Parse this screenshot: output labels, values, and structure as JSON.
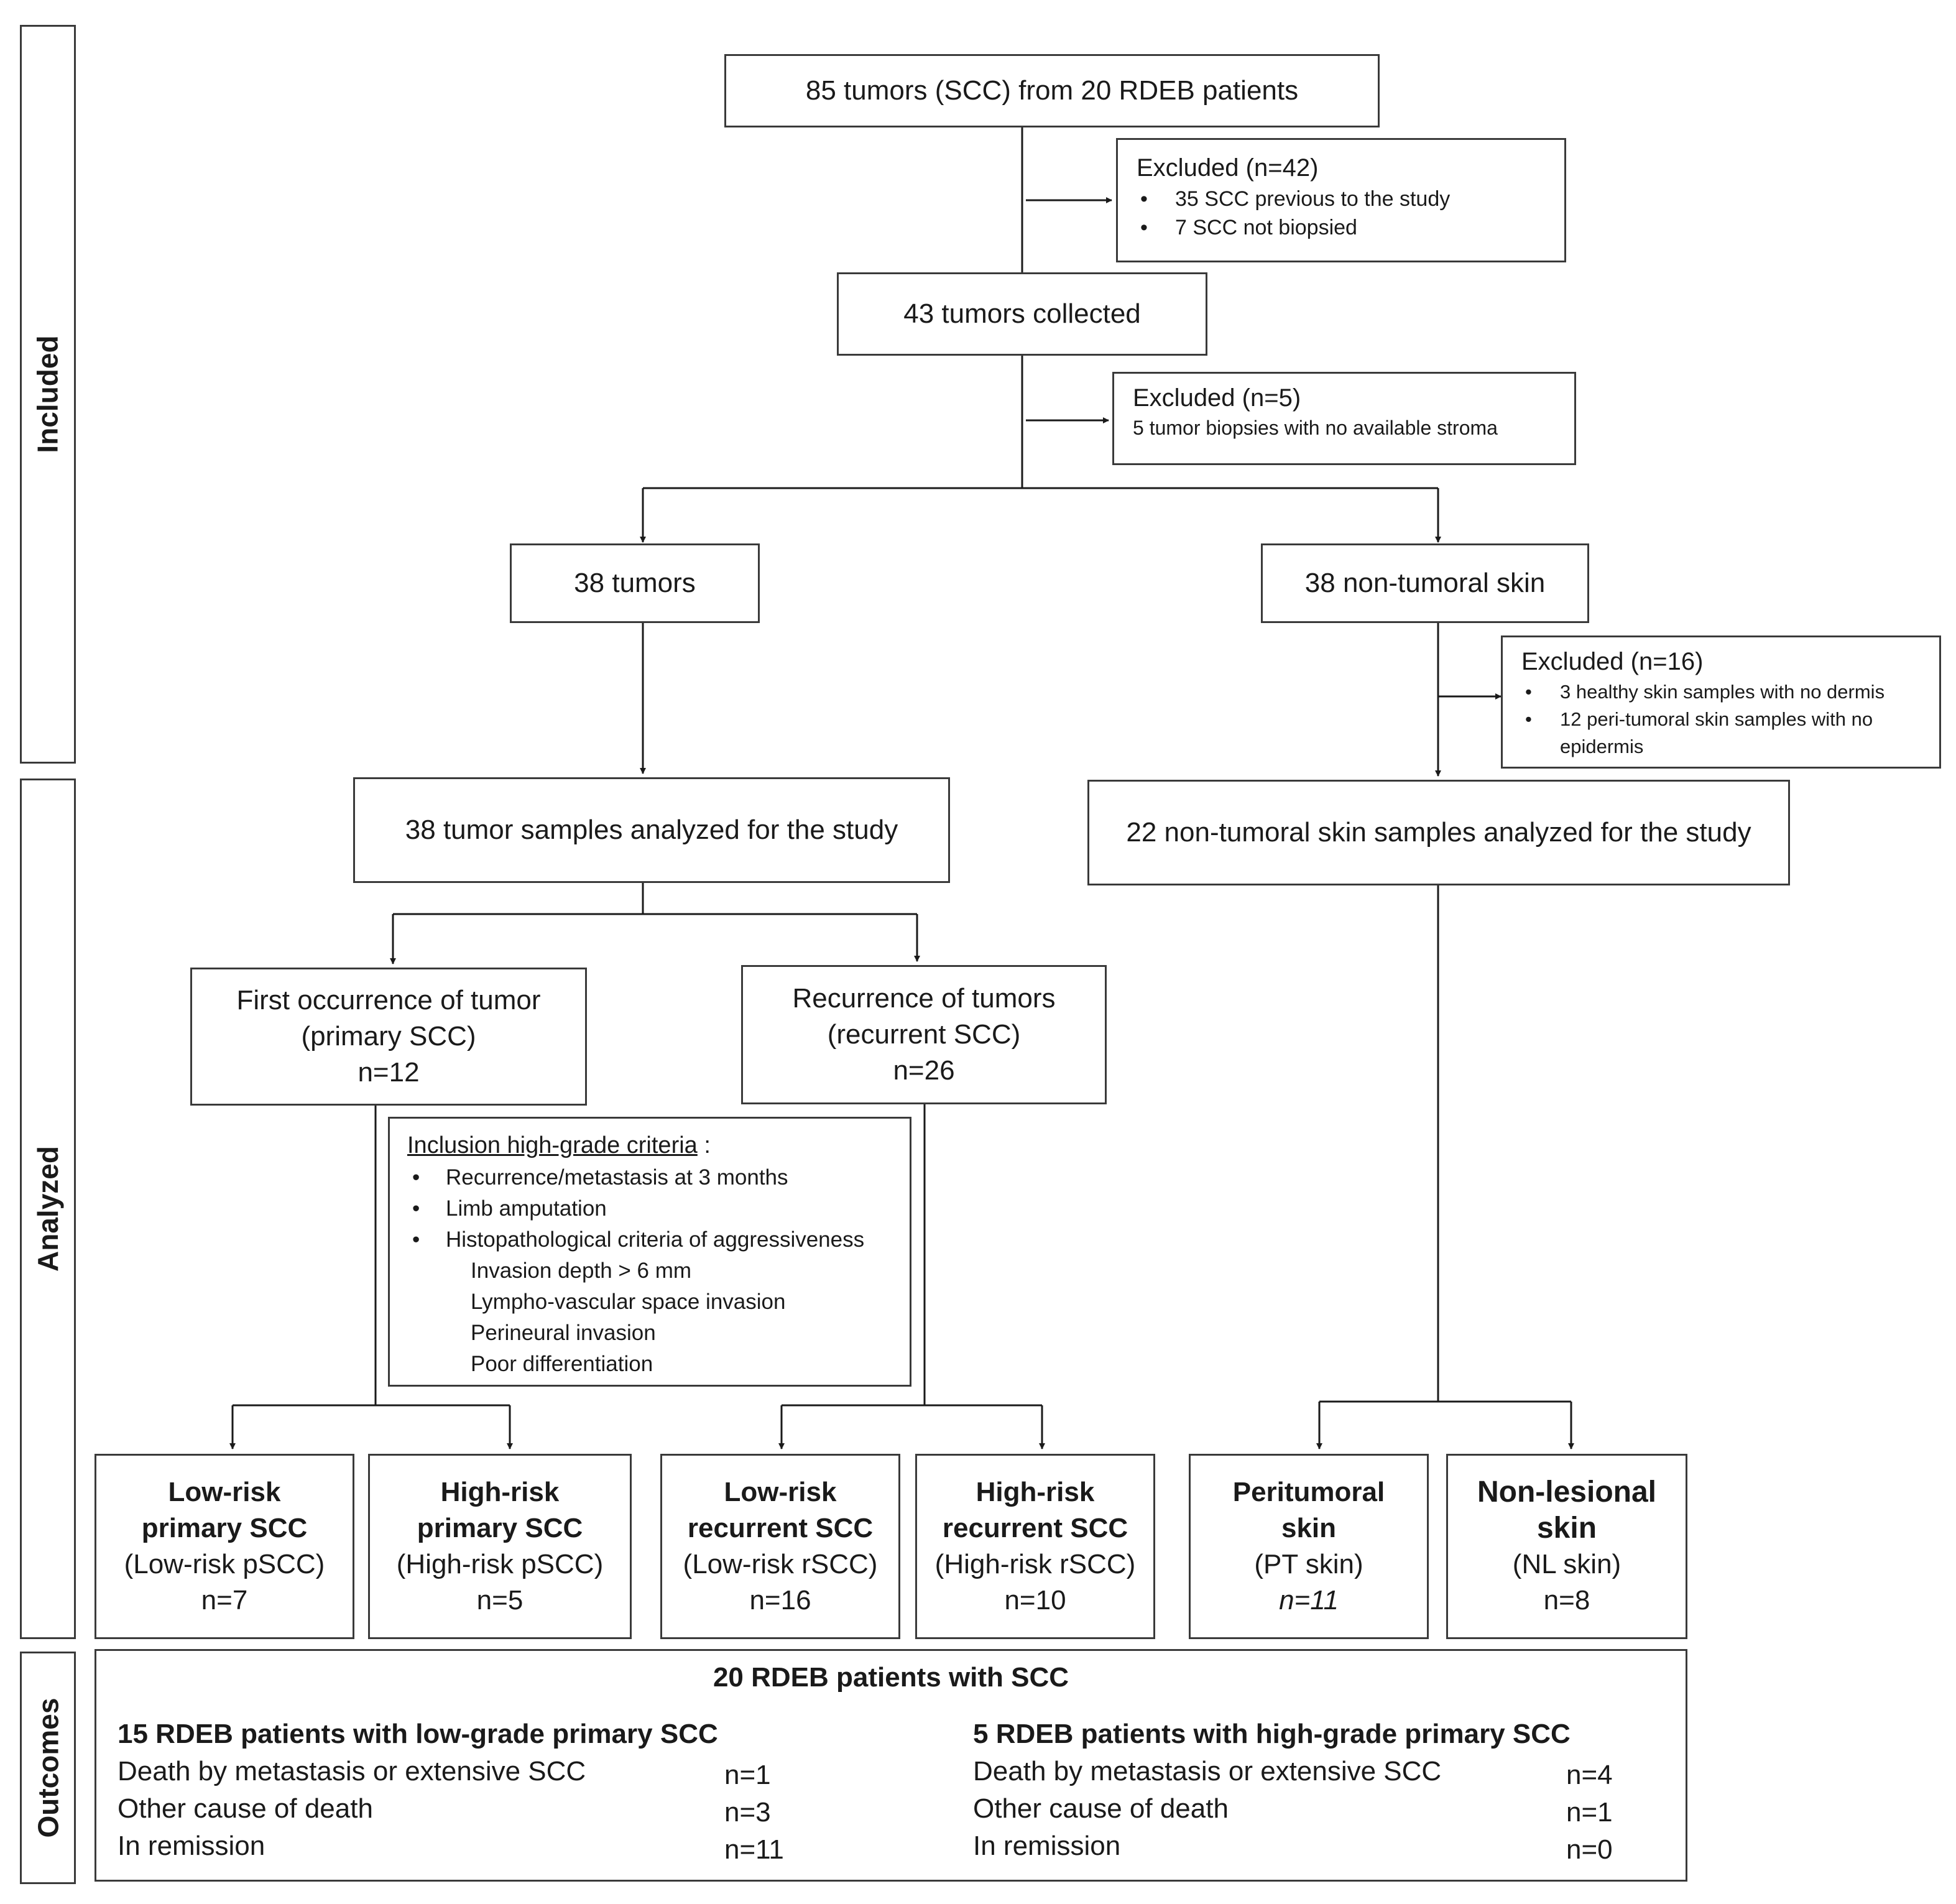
{
  "side_labels": {
    "included": "Included",
    "analyzed": "Analyzed",
    "outcomes": "Outcomes"
  },
  "top_box": "85 tumors (SCC) from 20 RDEB patients",
  "excluded_1": {
    "header": "Excluded (n=42)",
    "items": [
      "35 SCC previous to the study",
      "7 SCC not biopsied"
    ]
  },
  "collected": "43 tumors collected",
  "excluded_2": {
    "header": "Excluded (n=5)",
    "text": "5 tumor biopsies with no available stroma"
  },
  "tumors": "38 tumors",
  "non_tumoral": "38 non-tumoral skin",
  "excluded_3": {
    "header": "Excluded (n=16)",
    "items": [
      "3 healthy skin samples with no dermis",
      "12 peri-tumoral skin samples with no epidermis"
    ]
  },
  "tumor_samples": "38 tumor samples analyzed for the study",
  "skin_samples": "22 non-tumoral skin samples analyzed for the study",
  "primary": {
    "line1": "First occurrence of tumor",
    "line2": "(primary SCC)",
    "n": "n=12"
  },
  "recurrent": {
    "line1": "Recurrence of tumors",
    "line2": "(recurrent SCC)",
    "n": "n=26"
  },
  "criteria": {
    "header": "Inclusion high-grade criteria",
    "header_suffix": " :",
    "items": [
      "Recurrence/metastasis at 3 months",
      "Limb amputation",
      "Histopathological criteria of aggressiveness"
    ],
    "subitems": [
      "Invasion depth > 6 mm",
      "Lympho-vascular space invasion",
      "Perineural invasion",
      "Poor differentiation"
    ]
  },
  "groups": [
    {
      "title1": "Low-risk",
      "title2": "primary SCC",
      "abbr": "(Low-risk pSCC)",
      "n": "n=7"
    },
    {
      "title1": "High-risk",
      "title2": "primary SCC",
      "abbr": "(High-risk pSCC)",
      "n": "n=5"
    },
    {
      "title1": "Low-risk",
      "title2": "recurrent SCC",
      "abbr": "(Low-risk rSCC)",
      "n": "n=16"
    },
    {
      "title1": "High-risk",
      "title2": "recurrent SCC",
      "abbr": "(High-risk rSCC)",
      "n": "n=10"
    },
    {
      "title1": "Peritumoral",
      "title2": "skin",
      "abbr": "(PT skin)",
      "n": "n=11"
    },
    {
      "title1": "Non-lesional",
      "title2": "skin",
      "abbr": "(NL skin)",
      "n": "n=8"
    }
  ],
  "outcomes": {
    "title": "20 RDEB patients with SCC",
    "left": {
      "header": "15 RDEB patients with low-grade primary SCC",
      "rows": [
        {
          "label": "Death by metastasis or extensive SCC",
          "value": "n=1"
        },
        {
          "label": "Other cause of death",
          "value": "n=3"
        },
        {
          "label": "In remission",
          "value": "n=11"
        }
      ]
    },
    "right": {
      "header": "5 RDEB patients with high-grade primary SCC",
      "rows": [
        {
          "label": "Death by metastasis or extensive SCC",
          "value": "n=4"
        },
        {
          "label": "Other cause of death",
          "value": "n=1"
        },
        {
          "label": "In remission",
          "value": "n=0"
        }
      ]
    }
  }
}
